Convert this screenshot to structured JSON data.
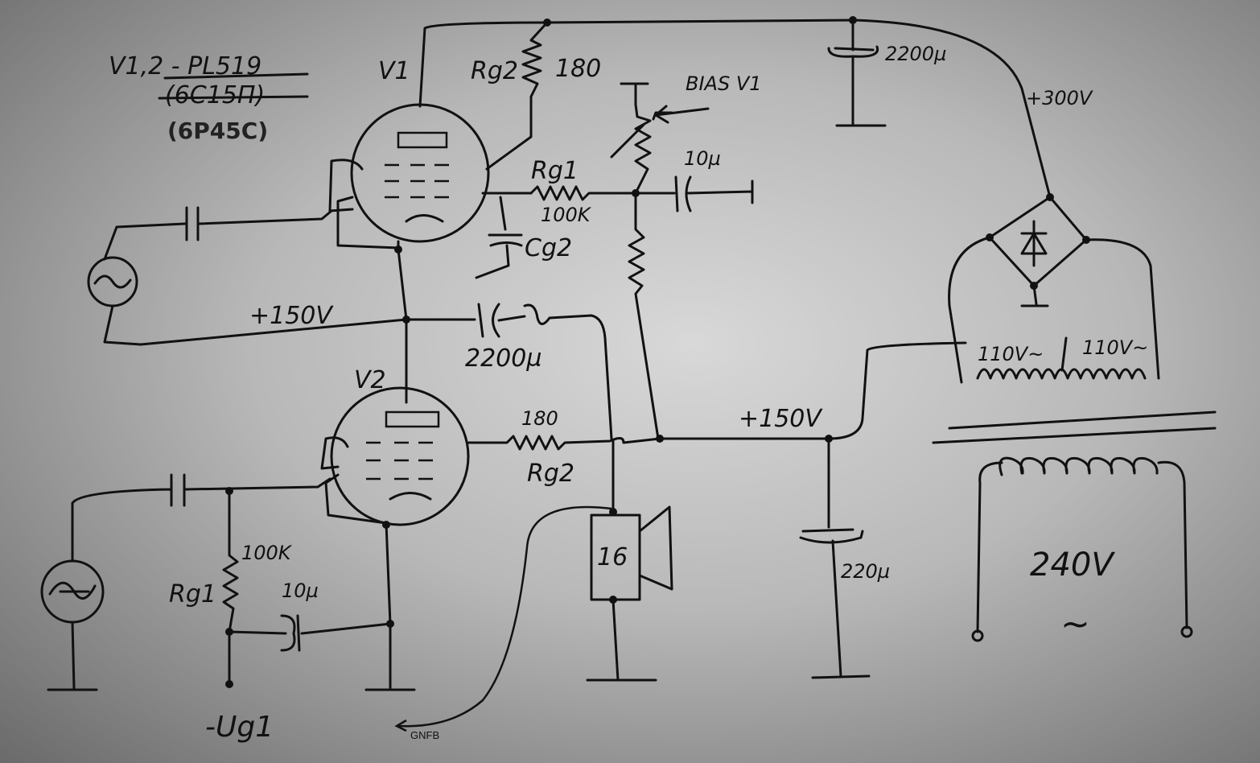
{
  "title": {
    "tubes": "V1,2 - PL519",
    "crossed_out": "(6C15П)",
    "replacement": "(6P45C)"
  },
  "labels": {
    "v1": "V1",
    "v2": "V2",
    "rg2_top_name": "Rg2",
    "rg2_top_value": "180",
    "bias": "BIAS V1",
    "cap_top": "2200µ",
    "supply_300": "+300V",
    "rg1_top_name": "Rg1",
    "rg1_top_value": "100K",
    "cap_10_top": "10µ",
    "cg2": "Cg2",
    "supply_150_left": "+150V",
    "cap_2200_mid": "2200µ",
    "rg2_bottom_value": "180",
    "rg2_bottom_name": "Rg2",
    "supply_150_right": "+150V",
    "winding_left": "110V~",
    "winding_right": "110V~",
    "rg1_bottom_value": "100K",
    "rg1_bottom_name": "Rg1",
    "cap_10_bottom": "10µ",
    "speaker": "16",
    "cap_220": "220µ",
    "mains": "240V",
    "mains_ac": "~",
    "neg_bias": "-Ug1",
    "feedback": "GNFB"
  }
}
